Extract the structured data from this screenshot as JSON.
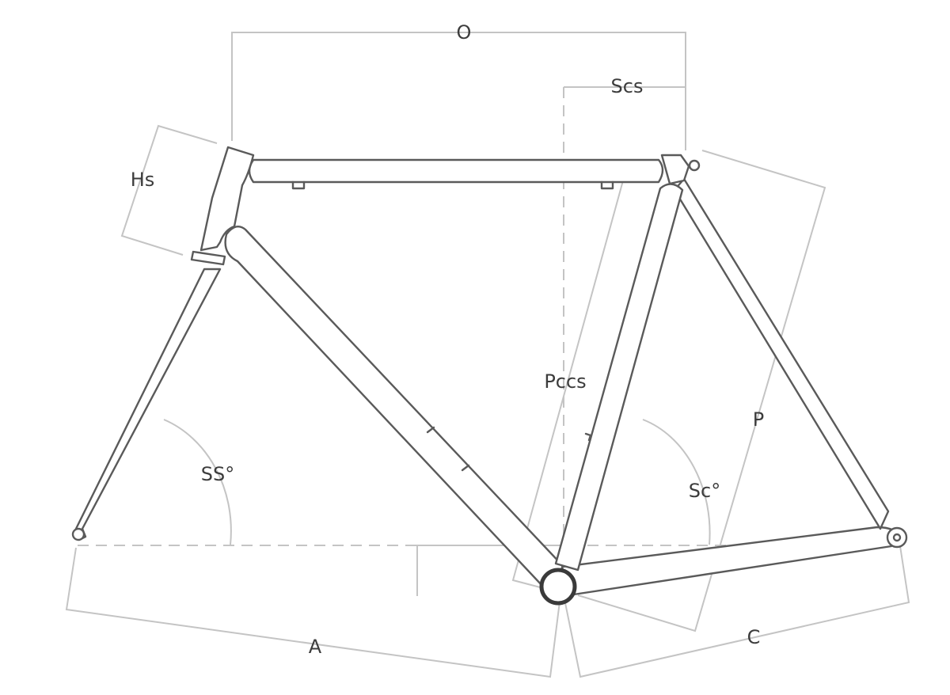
{
  "labels": {
    "stack_reach_o": "O",
    "seat_setback": "Scs",
    "head_tube": "Hs",
    "seat_tube_cc": "Pccs",
    "seat_tube": "P",
    "head_angle": "SS°",
    "seat_angle": "Sc°",
    "front_center": "A",
    "chainstay": "C"
  }
}
